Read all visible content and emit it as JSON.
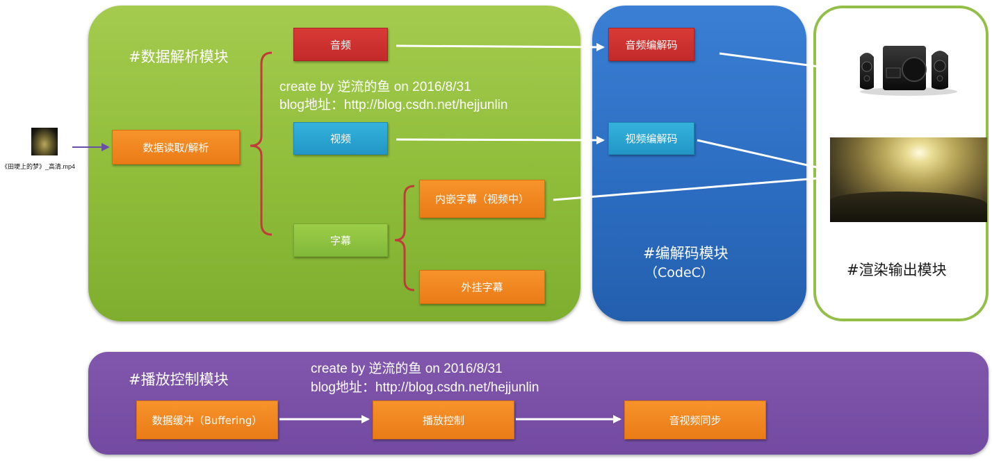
{
  "source": {
    "filename": "《田埂上的梦》_高清.mp4"
  },
  "parse_module": {
    "title": "#数据解析模块",
    "read_box": "数据读取/解析",
    "audio_box": "音频",
    "video_box": "视频",
    "subtitle_box": "字幕",
    "embedded_subtitle_box": "内嵌字幕（视频中）",
    "external_subtitle_box": "外挂字幕",
    "note_line1": "create by 逆流的鱼 on 2016/8/31",
    "note_line2": "blog地址：http://blog.csdn.net/hejjunlin"
  },
  "codec_module": {
    "title": "#编解码模块",
    "subtitle": "（CodeC）",
    "audio_codec_box": "音频编解码",
    "video_codec_box": "视频编解码"
  },
  "render_module": {
    "title": "#渲染输出模块"
  },
  "control_module": {
    "title": "#播放控制模块",
    "buffer_box": "数据缓冲（Buffering）",
    "control_box": "播放控制",
    "sync_box": "音视频同步",
    "note_line1": "create by 逆流的鱼 on 2016/8/31",
    "note_line2": "blog地址：http://blog.csdn.net/hejjunlin"
  },
  "colors": {
    "parse_panel": "#8fbd3a",
    "codec_panel": "#2b6cc0",
    "render_border": "#93be47",
    "control_panel": "#734aa1",
    "box_orange": "#ea7b16",
    "box_red": "#c22a2a",
    "box_cyan": "#2296c6",
    "bracket": "#c23b3b",
    "arrow": "#ffffff",
    "source_arrow": "#6a4fa8"
  }
}
